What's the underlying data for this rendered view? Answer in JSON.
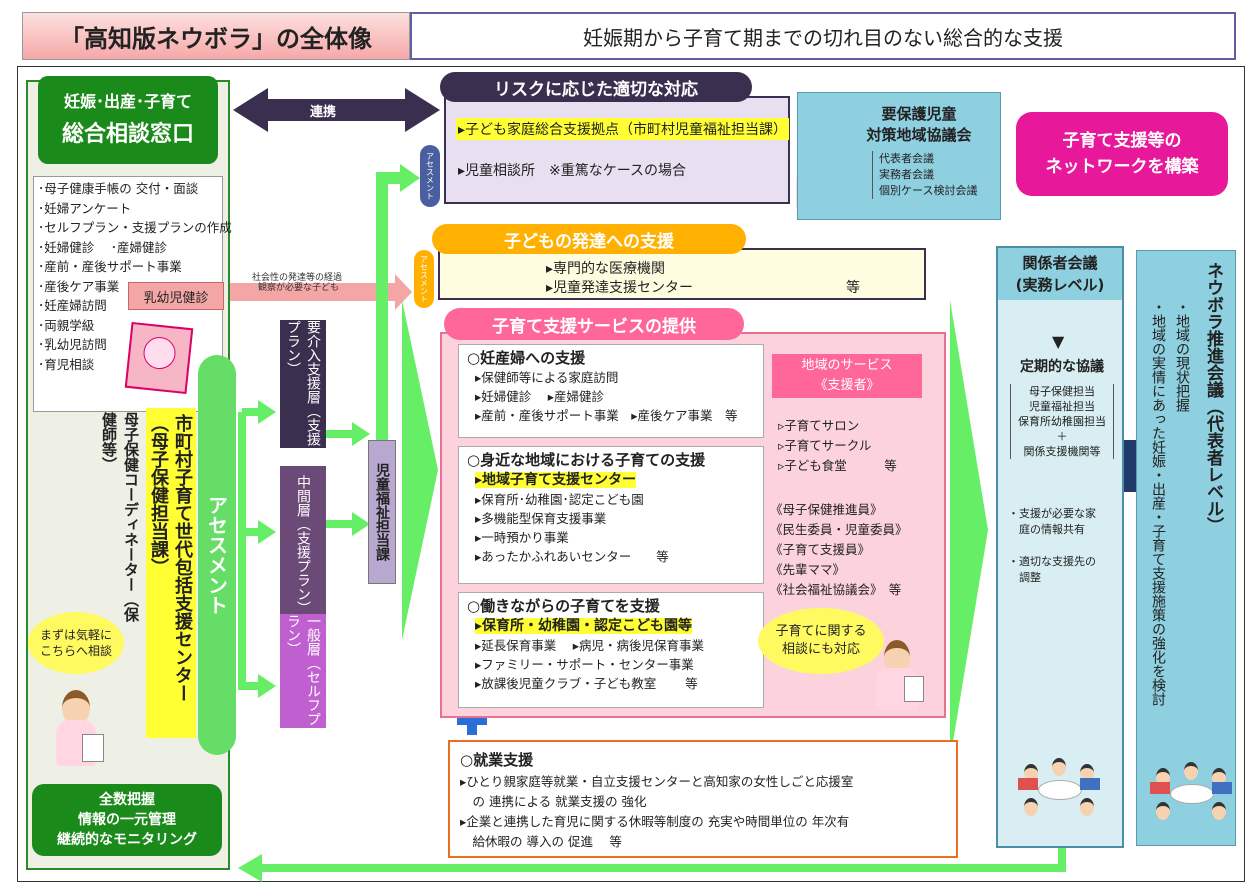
{
  "header": {
    "title": "「高知版ネウボラ」の全体像",
    "subtitle": "妊娠期から子育て期までの切れ目のない総合的な支援"
  },
  "left_panel": {
    "window_title_line1": "妊娠･出産･子育て",
    "window_title_line2": "総合相談窓口",
    "services": [
      "･母子健康手帳の 交付・面談",
      "･妊婦アンケート",
      "･セルフプラン・支援プランの作成",
      "･妊婦健診　 ･産婦健診",
      "･産前・産後サポート事業",
      "･産後ケア事業",
      "･妊産婦訪問",
      "･両親学級",
      "･乳幼児訪問",
      "･育児相談"
    ],
    "infant_checkup": "乳幼児健診",
    "arrow_note_line1": "社会性の発達等の経過",
    "arrow_note_line2": "観察が必要な子ども",
    "coordinator": "母子保健コーディネーター（保健師等）",
    "center": "市町村子育て世代包括支援センター（母子保健担当課）",
    "speech": "まずは気軽に こちらへ相談",
    "bottom_line1": "全数把握",
    "bottom_line2": "情報の一元管理",
    "bottom_line3": "継続的なモニタリング"
  },
  "renkei": "連携",
  "assessment_main": "アセスメント",
  "assessment_small_1": "アセスメント",
  "assessment_small_2": "アセスメント",
  "layers": {
    "high": "要介入支援層（支援プラン）",
    "mid": "中間層（支援プラン）",
    "general": "一般層（セルフプラン）"
  },
  "jido_fukushi": "児童福祉担当課",
  "risk": {
    "title": "リスクに応じた適切な対応",
    "item1": "▸子ども家庭総合支援拠点（市町村児童福祉担当課）",
    "item2": "▸児童相談所　※重篤なケースの場合"
  },
  "council": {
    "title_line1": "要保護児童",
    "title_line2": "対策地域協議会",
    "meetings": [
      "代表者会議",
      "実務者会議",
      "個別ケース検討会議"
    ]
  },
  "network": {
    "line1": "子育て支援等の",
    "line2": "ネットワークを構築"
  },
  "development": {
    "title": "子どもの発達への支援",
    "item1": "▸専門的な医療機関",
    "item2": "▸児童発達支援センター",
    "etc": "等"
  },
  "services": {
    "title": "子育て支援サービスの提供",
    "pregnant": {
      "heading": "○妊産婦への支援",
      "items": [
        "▸保健師等による家庭訪問",
        "▸妊婦健診　 ▸産婦健診",
        "▸産前・産後サポート事業　▸産後ケア事業　等"
      ]
    },
    "community": {
      "heading": "○身近な地域における子育ての支援",
      "highlight": "▸地域子育て支援センター",
      "items": [
        "▸保育所･幼稚園･認定こども園",
        "▸多機能型保育支援事業",
        "▸一時預かり事業",
        "▸あったかふれあいセンター　　等"
      ]
    },
    "working": {
      "heading": "○働きながらの子育てを支援",
      "highlight": "▸保育所・幼稚園・認定こども園等",
      "items": [
        "▸延長保育事業　 ▸病児・病後児保育事業",
        "▸ファミリー・サポート・センター事業",
        "▸放課後児童クラブ・子ども教室　　 等"
      ]
    },
    "local_label_line1": "地域のサービス",
    "local_label_line2": "《支援者》",
    "local_items": [
      "▹子育てサロン",
      "▹子育てサークル",
      "▹子ども食堂　　　等"
    ],
    "supporters": [
      "《母子保健推進員》",
      "《民生委員・児童委員》",
      "《子育て支援員》",
      "《先輩ママ》",
      "《社会福祉協議会》　等"
    ],
    "bubble_line1": "子育てに関する",
    "bubble_line2": "相談にも対応"
  },
  "employment": {
    "heading": "○就業支援",
    "lines": [
      "▸ひとり親家庭等就業・自立支援センターと高知家の女性しごと応援室",
      "　の 連携による 就業支援の 強化",
      "▸企業と連携した育児に関する休暇等制度の 充実や時間単位の 年次有",
      "　給休暇の 導入の 促進　 等"
    ]
  },
  "stakeholder": {
    "title_line1": "関係者会議",
    "title_line2": "(実務レベル)",
    "arrow": "▼",
    "regular": "定期的な協議",
    "members": [
      "母子保健担当",
      "児童福祉担当",
      "保育所幼稚園担当",
      "＋",
      "関係支援機関等"
    ],
    "points": [
      "・支援が必要な家",
      "　庭の情報共有",
      "",
      "・適切な支援先の",
      "　調整"
    ]
  },
  "promotion": {
    "title": "ネウボラ推進会議（代表者レベル）",
    "item1": "・地域の現状把握",
    "item2": "・地域の実情にあった妊娠・出産・子育て支援施策の強化を検討"
  },
  "colors": {
    "green": "#1a8a1a",
    "light_green": "#66ee66",
    "purple_dark": "#3b2f4f",
    "magenta": "#e8189a",
    "pink": "#ff6699",
    "orange": "#ffb000",
    "teal": "#8ecfe0",
    "yellow": "#ffff33"
  }
}
